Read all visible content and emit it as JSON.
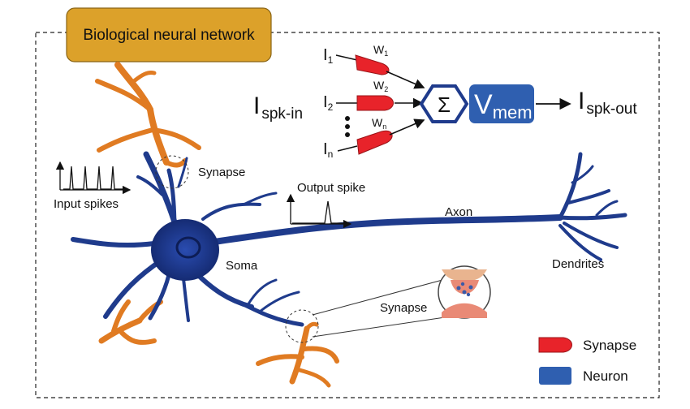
{
  "title": "Biological neural network",
  "labels": {
    "synapse_top": "Synapse",
    "input_spikes": "Input spikes",
    "output_spike": "Output spike",
    "axon": "Axon",
    "soma": "Soma",
    "dendrites": "Dendrites",
    "synapse_bottom": "Synapse"
  },
  "model": {
    "input_main": "I",
    "input_main_sub": "spk-in",
    "inputs": [
      {
        "name": "I",
        "sub": "1",
        "weight": "W",
        "weight_sub": "1"
      },
      {
        "name": "I",
        "sub": "2",
        "weight": "W",
        "weight_sub": "2"
      },
      {
        "name": "I",
        "sub": "n",
        "weight": "W",
        "weight_sub": "n"
      }
    ],
    "sum_symbol": "Σ",
    "vmem": "V",
    "vmem_sub": "mem",
    "output": "I",
    "output_sub": "spk-out"
  },
  "legend": [
    {
      "label": "Synapse",
      "color": "#e8232a"
    },
    {
      "label": "Neuron",
      "color": "#2f5fb0"
    }
  ],
  "colors": {
    "title_box": "#dca12a",
    "neuron": "#1f3b8c",
    "dendrite_orange": "#e07b22",
    "synapse_red": "#e8232a",
    "vmem_box": "#2f5fb0"
  }
}
